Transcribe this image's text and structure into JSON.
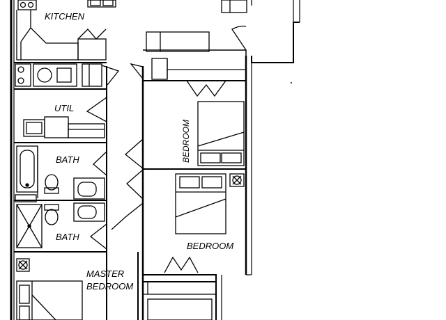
{
  "plan": {
    "rooms": {
      "kitchen": "KITCHEN",
      "util": "UTIL",
      "bath_1": "BATH",
      "bath_2": "BATH",
      "bedroom_1": "BEDROOM",
      "bedroom_2": "BEDROOM",
      "master_line_1": "MASTER",
      "master_line_2": "BEDROOM"
    },
    "line_color": "#000000",
    "background_color": "#ffffff"
  }
}
